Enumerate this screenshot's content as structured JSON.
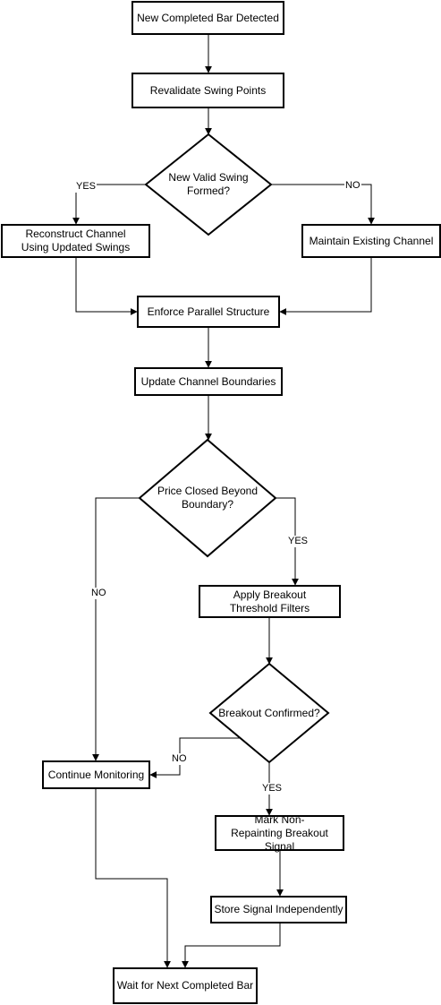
{
  "nodes": {
    "new_bar": "New Completed Bar Detected",
    "revalidate": "Revalidate Swing Points",
    "new_swing": "New Valid Swing Formed?",
    "reconstruct": "Reconstruct Channel Using Updated Swings",
    "maintain": "Maintain Existing Channel",
    "enforce": "Enforce Parallel Structure",
    "update": "Update Channel Boundaries",
    "price_closed": "Price Closed Beyond Boundary?",
    "apply_filters": "Apply Breakout Threshold Filters",
    "breakout_confirmed": "Breakout Confirmed?",
    "continue_monitoring": "Continue Monitoring",
    "mark_signal": "Mark Non-Repainting Breakout Signal",
    "store_signal": "Store Signal Independently",
    "wait_next": "Wait for Next Completed Bar"
  },
  "edge_labels": {
    "swing_yes": "YES",
    "swing_no": "NO",
    "price_yes": "YES",
    "price_no": "NO",
    "breakout_no": "NO",
    "breakout_yes": "YES"
  }
}
